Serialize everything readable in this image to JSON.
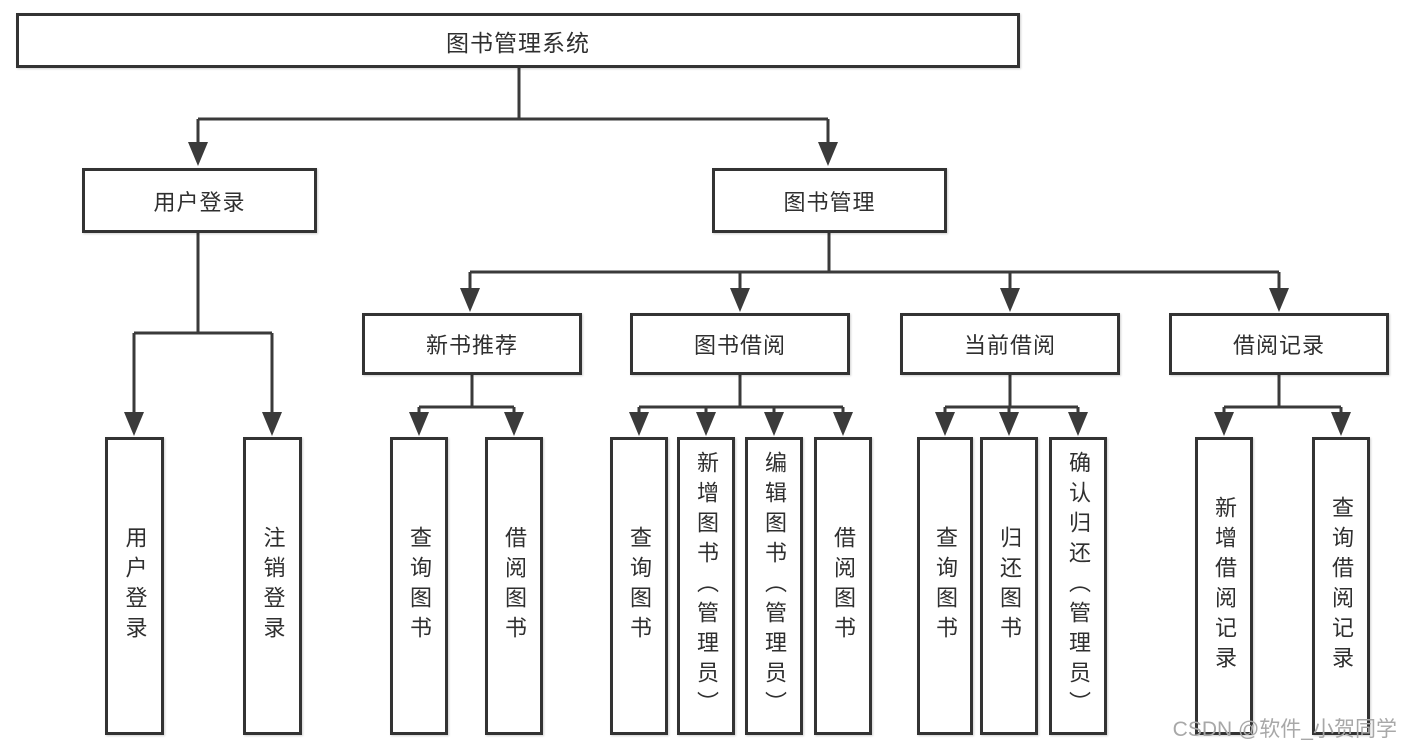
{
  "root": {
    "label": "图书管理系统"
  },
  "level1": {
    "user_login": {
      "label": "用户登录"
    },
    "book_mgmt": {
      "label": "图书管理"
    }
  },
  "level2": {
    "new_book": {
      "label": "新书推荐"
    },
    "book_borrow": {
      "label": "图书借阅"
    },
    "current_borrow": {
      "label": "当前借阅"
    },
    "borrow_record": {
      "label": "借阅记录"
    }
  },
  "leaves": {
    "user_login": [
      "用户登录",
      "注销登录"
    ],
    "new_book": [
      "查询图书",
      "借阅图书"
    ],
    "book_borrow": [
      "查询图书",
      "新增图书（管理员）",
      "编辑图书（管理员）",
      "借阅图书"
    ],
    "current_borrow": [
      "查询图书",
      "归还图书",
      "确认归还（管理员）"
    ],
    "borrow_record": [
      "新增借阅记录",
      "查询借阅记录"
    ]
  },
  "watermark": "CSDN @软件_小贺同学",
  "colors": {
    "line": "#3a3a3a",
    "box_border": "#333333",
    "text": "#2f2f2f",
    "watermark": "#a8a8a8",
    "background": "#ffffff"
  }
}
